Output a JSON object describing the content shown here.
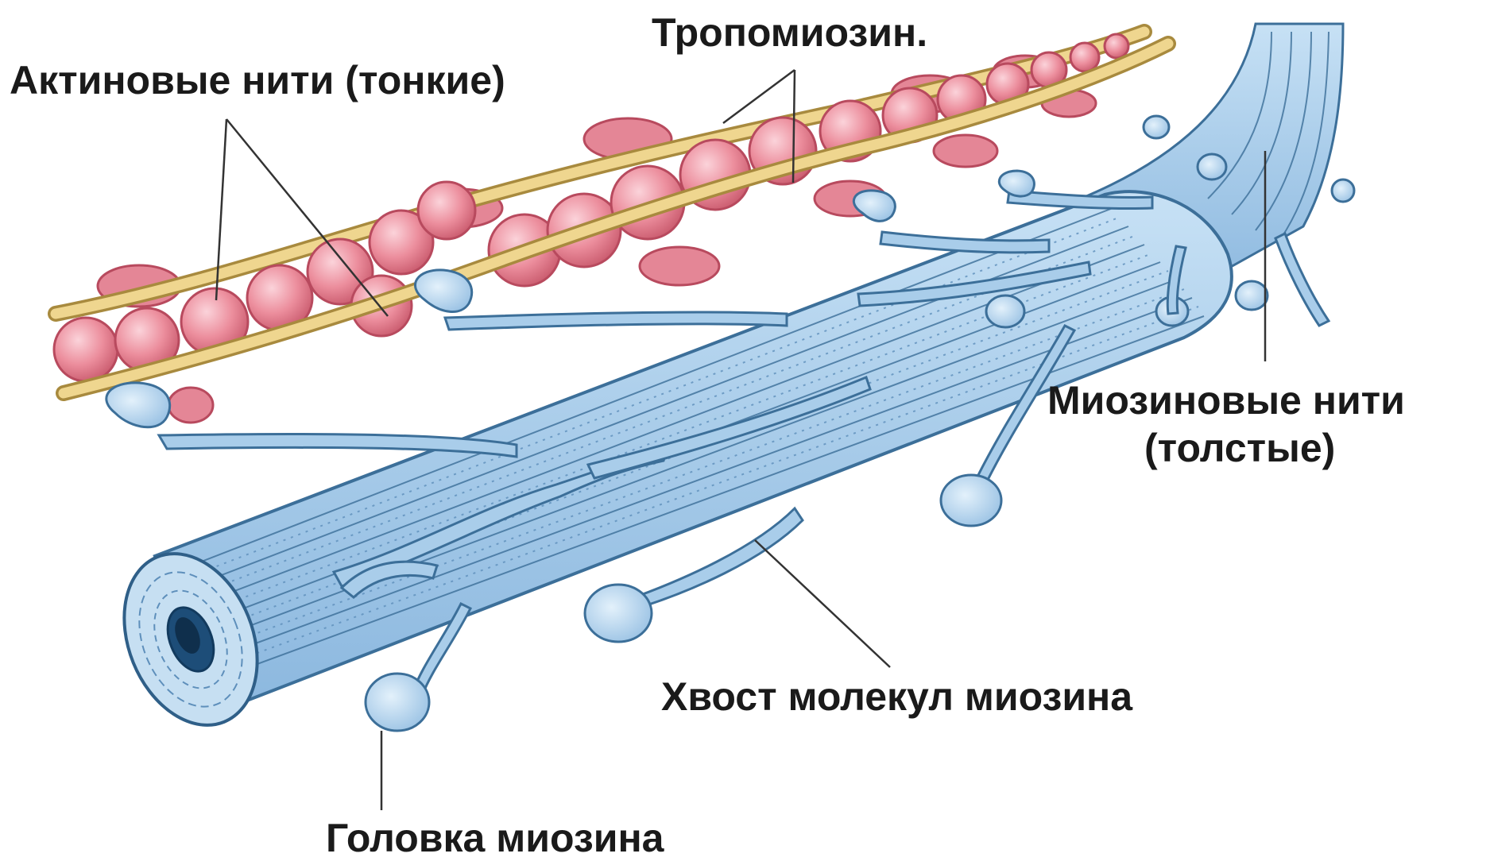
{
  "labels": {
    "actin_filaments": "Актиновые нити (тонкие)",
    "tropomyosin": "Тропомиозин.",
    "myosin_filaments_line1": "Миозиновые нити",
    "myosin_filaments_line2": "(толстые)",
    "myosin_tail": "Хвост молекул миозина",
    "myosin_head": "Головка миозина"
  },
  "colors": {
    "actin": "#e98a99",
    "actin_edge": "#b84a5e",
    "tropomyosin": "#efd68f",
    "tropomyosin_edge": "#a88a3e",
    "myosin": "#a9cdea",
    "myosin_edge": "#3c6f99",
    "leader_line": "#333333"
  }
}
